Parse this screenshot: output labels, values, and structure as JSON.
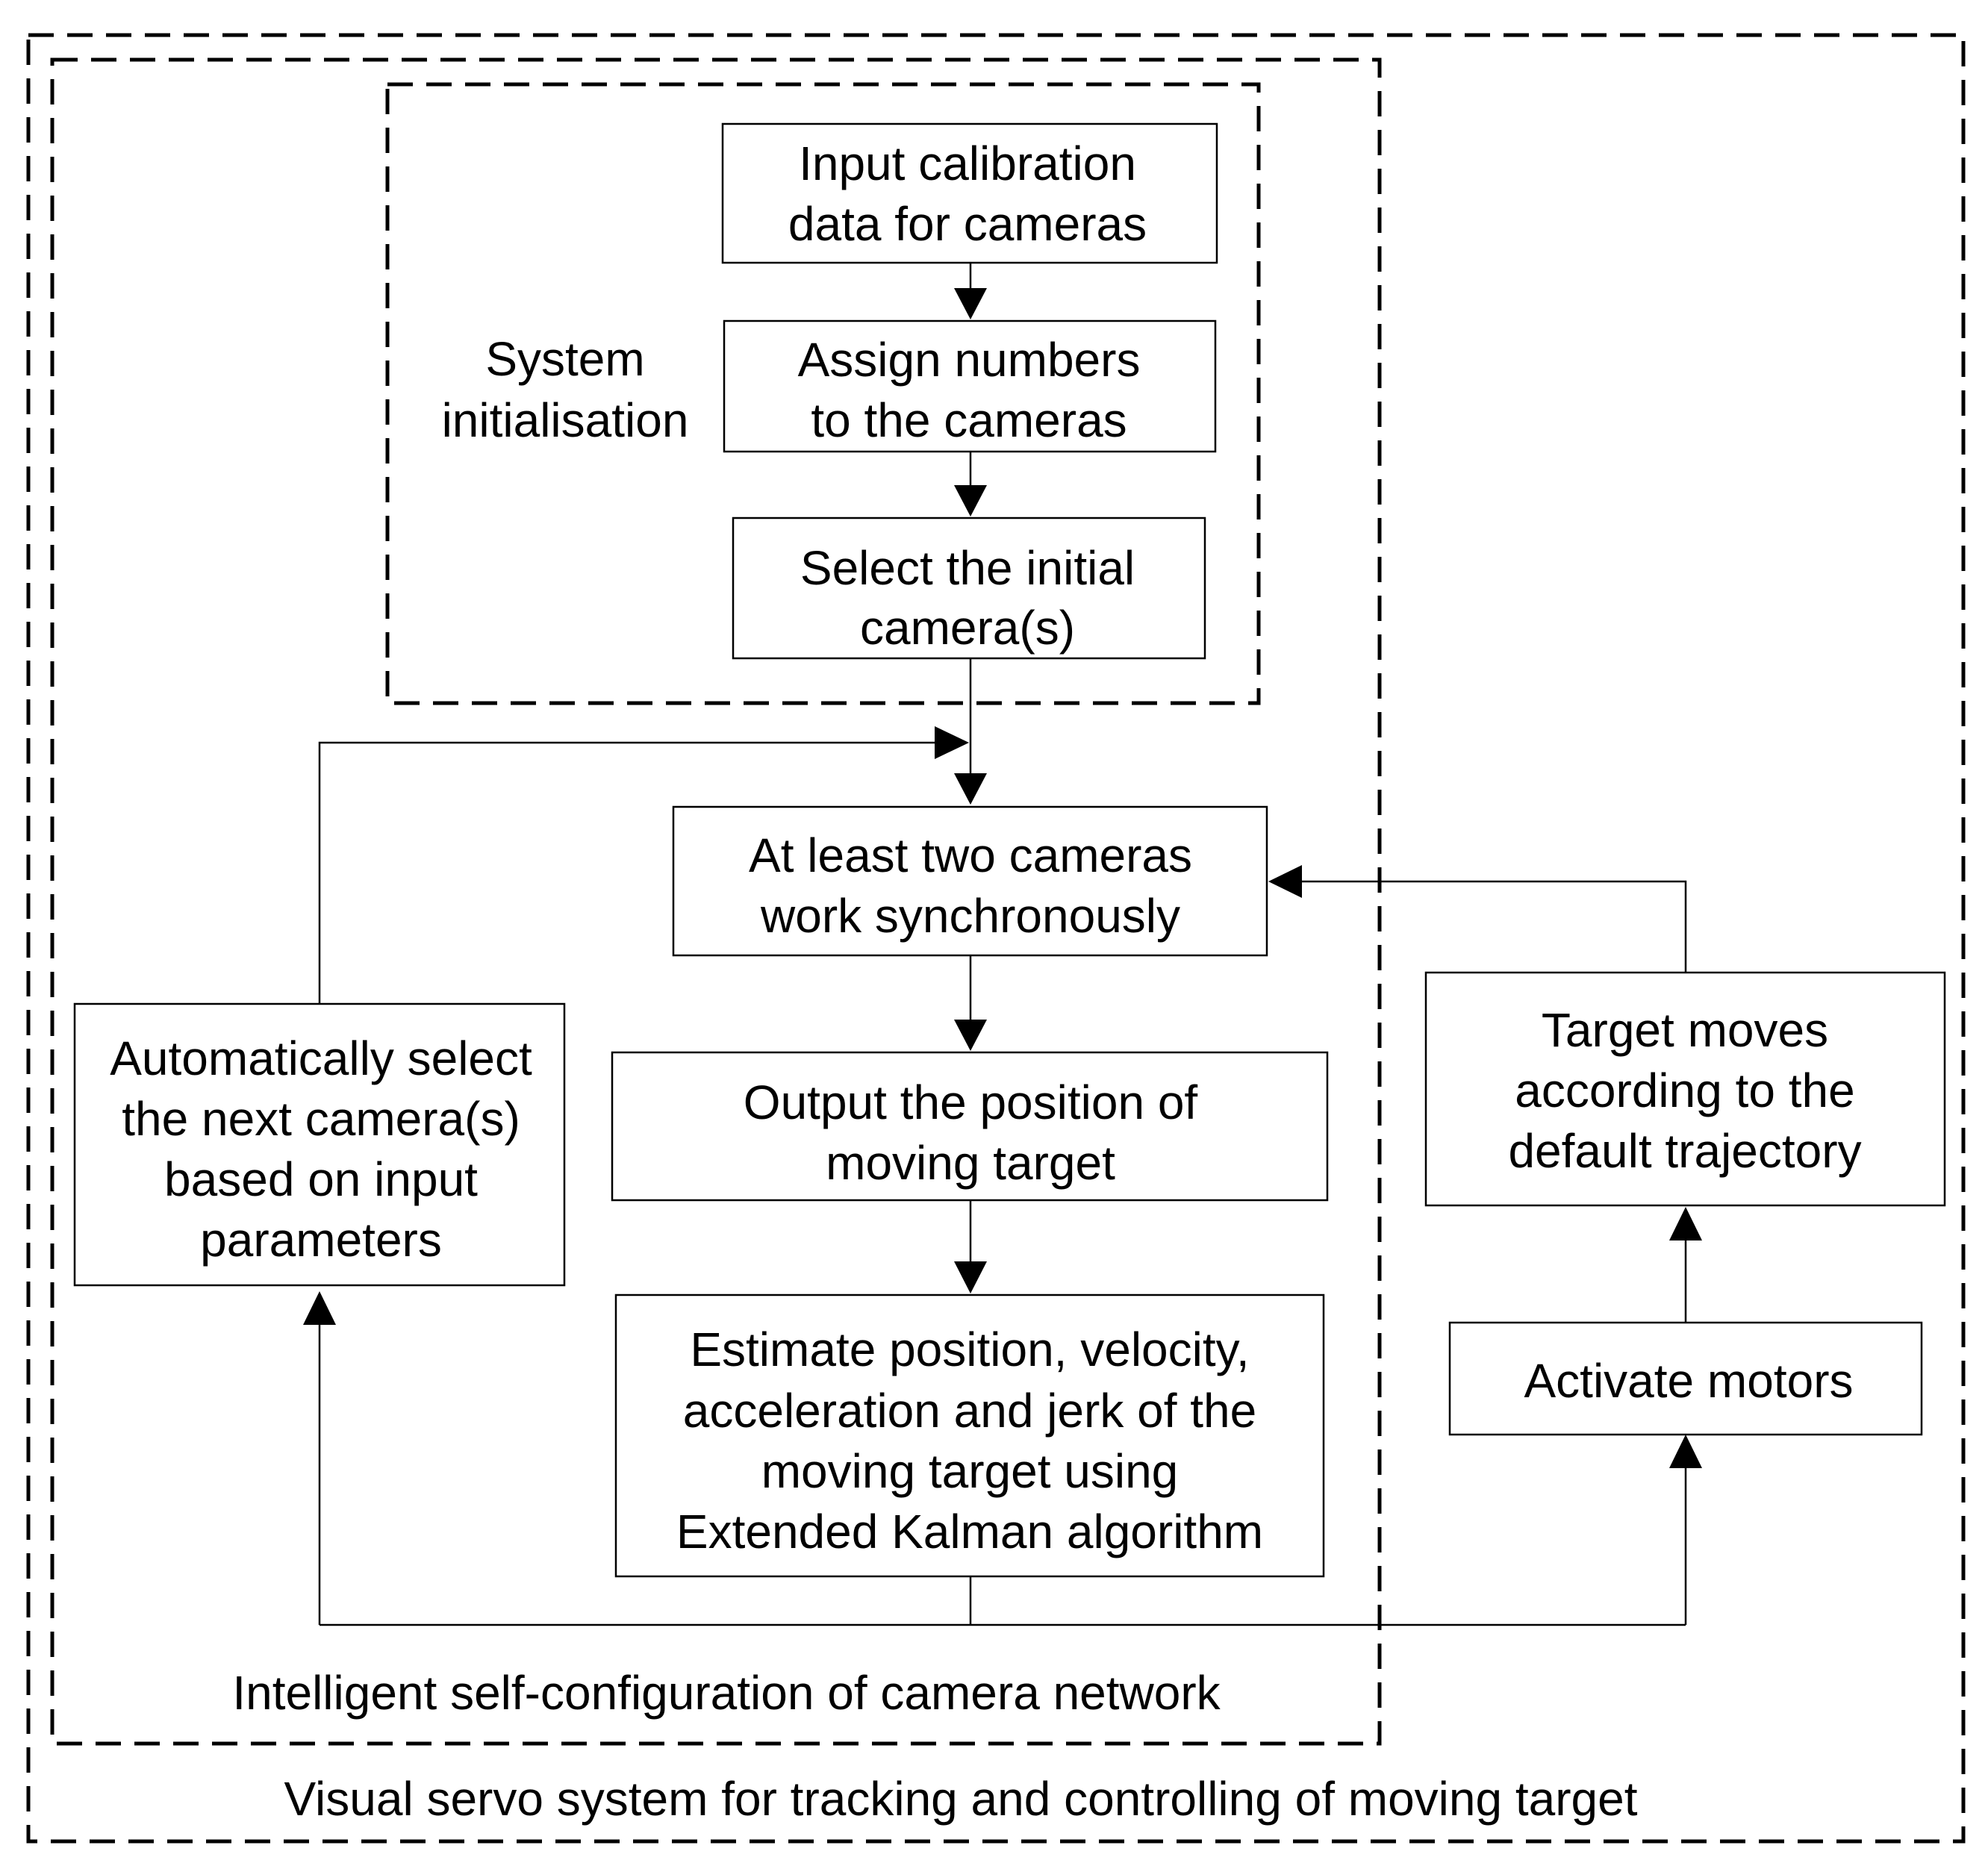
{
  "diagram": {
    "regions": {
      "outer": {
        "label": "Visual servo system for tracking and controlling of moving target"
      },
      "network": {
        "label": "Intelligent self-configuration of camera network"
      },
      "init": {
        "label_lines": [
          "System",
          "initialisation"
        ]
      }
    },
    "boxes": {
      "input_calibration": {
        "lines": [
          "Input calibration",
          "data for cameras"
        ]
      },
      "assign_numbers": {
        "lines": [
          "Assign numbers",
          "to the cameras"
        ]
      },
      "select_initial": {
        "lines": [
          "Select the initial",
          "camera(s)"
        ]
      },
      "sync_cameras": {
        "lines": [
          "At least two cameras",
          "work synchronously"
        ]
      },
      "output_position": {
        "lines": [
          "Output the position of",
          "moving target"
        ]
      },
      "estimate": {
        "lines": [
          "Estimate position, velocity,",
          "acceleration and jerk of the",
          "moving target using",
          "Extended Kalman algorithm"
        ]
      },
      "auto_select": {
        "lines": [
          "Automatically select",
          "the next camera(s)",
          "based on input",
          "parameters"
        ]
      },
      "target_moves": {
        "lines": [
          "Target moves",
          "according to the",
          "default trajectory"
        ]
      },
      "activate_motors": {
        "lines": [
          "Activate motors"
        ]
      }
    }
  }
}
